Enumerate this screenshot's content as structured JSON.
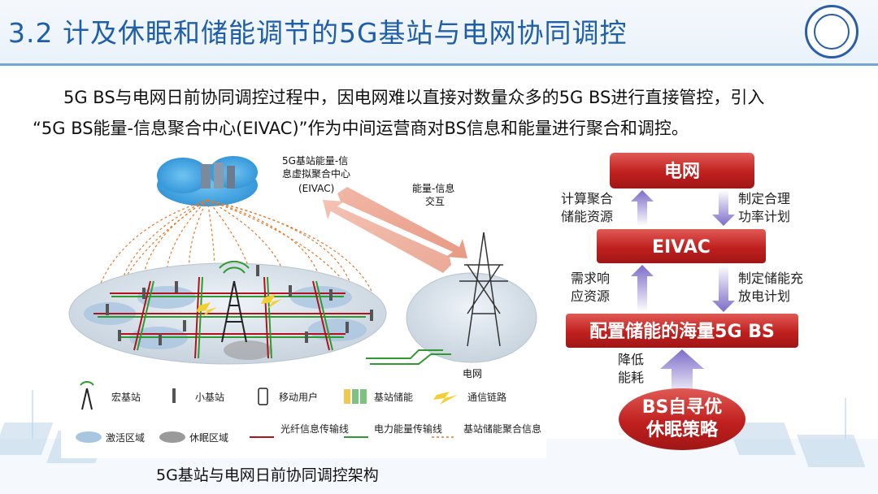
{
  "title": "3.2 计及休眠和储能调节的5G基站与电网协同调控",
  "paragraph": {
    "line1": "5G BS与电网日前协同调控过程中，因电网难以直接对数量众多的5G BS进行直接管控，引入",
    "line2": "“5G BS能量-信息聚合中心(EIVAC)”作为中间运营商对BS信息和能量进行聚合和调控。"
  },
  "diagram": {
    "cloud_label": [
      "5G基站能量-信",
      "息虚拟聚合中心",
      "(EIVAC)"
    ],
    "exchange_label": [
      "能量-信息",
      "交互"
    ],
    "grid_label": "电网",
    "legend": [
      {
        "icon": "macro-tower-icon",
        "label": "宏基站"
      },
      {
        "icon": "small-cell-icon",
        "label": "小基站"
      },
      {
        "icon": "phone-icon",
        "label": "移动用户"
      },
      {
        "icon": "battery-icon",
        "label": "基站储能"
      },
      {
        "icon": "lightning-icon",
        "label": "通信链路"
      },
      {
        "icon": "active-zone-icon",
        "label": "激活区域"
      },
      {
        "icon": "sleep-zone-icon",
        "label": "休眠区域"
      },
      {
        "icon": "red-line-icon",
        "label": "光纤信息传输线"
      },
      {
        "icon": "green-line-icon",
        "label": "电力能量传输线"
      },
      {
        "icon": "dashed-line-icon",
        "label": "基站储能聚合信息"
      }
    ],
    "caption": "5G基站与电网日前协同调控架构"
  },
  "flow": {
    "grid": "电网",
    "eivac": "EIVAC",
    "bs": "配置储能的海量5G BS",
    "strategy": [
      "BS自寻优",
      "休眠策略"
    ],
    "left_up_1": [
      "计算聚合",
      "储能资源"
    ],
    "right_down_1": [
      "制定合理",
      "功率计划"
    ],
    "left_up_2": [
      "需求响",
      "应资源"
    ],
    "right_down_2": [
      "制定储能充",
      "放电计划"
    ],
    "up_3": [
      "降低",
      "能耗"
    ]
  },
  "colors": {
    "title": "#1f5ea8",
    "box_red": "#c0201e",
    "arrow_purple": "#8f7fd0",
    "fiber_red": "#b1121b",
    "power_green": "#2f9b2f",
    "dashed_orange": "#e07a2a"
  }
}
